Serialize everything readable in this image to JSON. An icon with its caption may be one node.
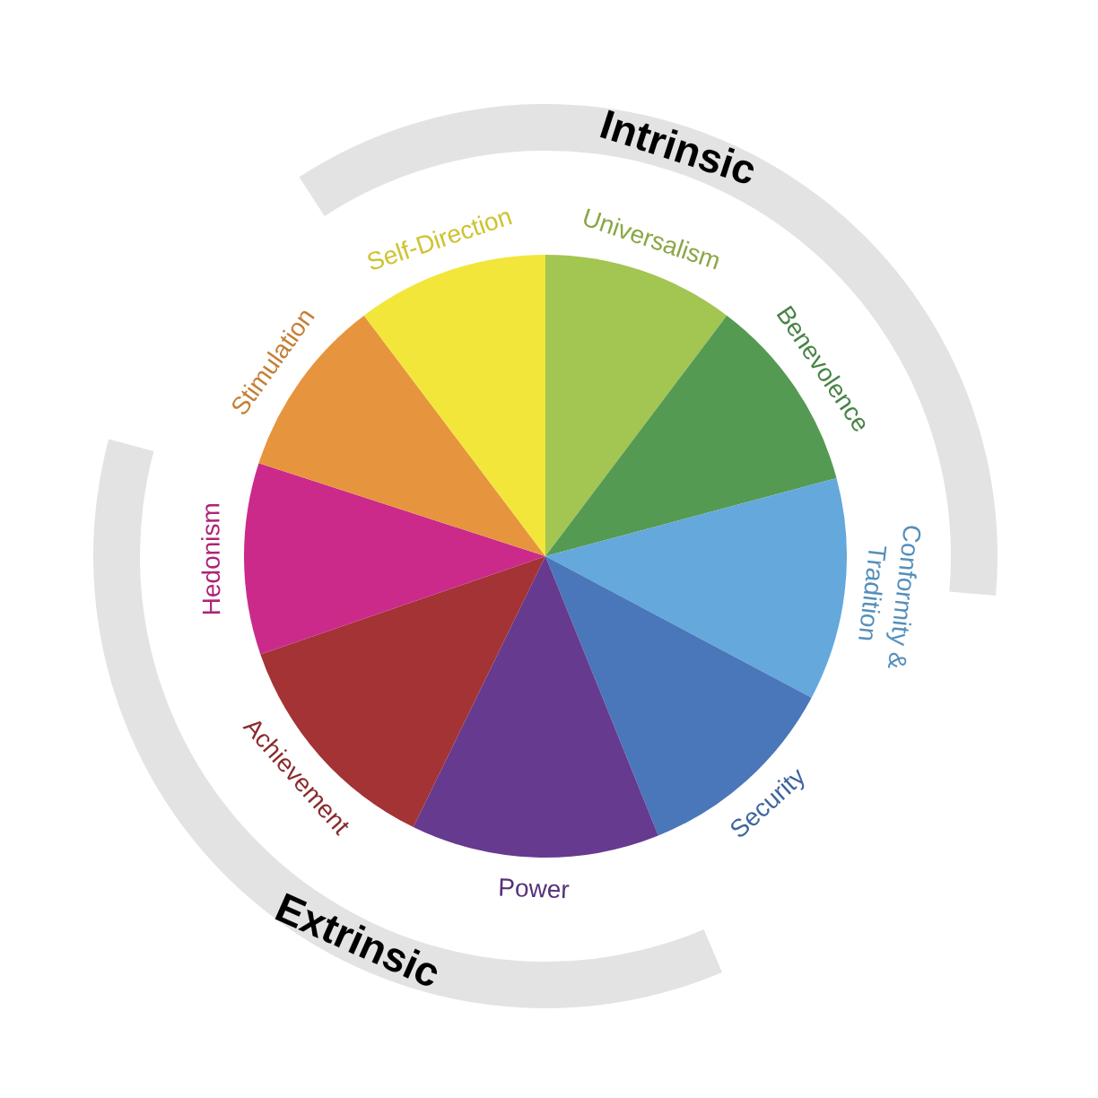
{
  "diagram": {
    "nodes": [
      {
        "text": [
          "Intrinsic"
        ]
      },
      {
        "text": [
          "Universalism"
        ]
      },
      {
        "text": [
          "Benevolence"
        ]
      },
      {
        "text": [
          "Conformity & Tradition"
        ]
      },
      {
        "text": [
          "Security"
        ]
      },
      {
        "text": [
          "Power"
        ]
      },
      {
        "text": [
          "Achievement"
        ]
      },
      {
        "text": [
          "Hedonism"
        ]
      },
      {
        "text": [
          "Stimulation"
        ]
      },
      {
        "text": [
          "Self-Direction"
        ]
      },
      {
        "text": [
          "Extrinsic"
        ]
      }
    ]
  }
}
